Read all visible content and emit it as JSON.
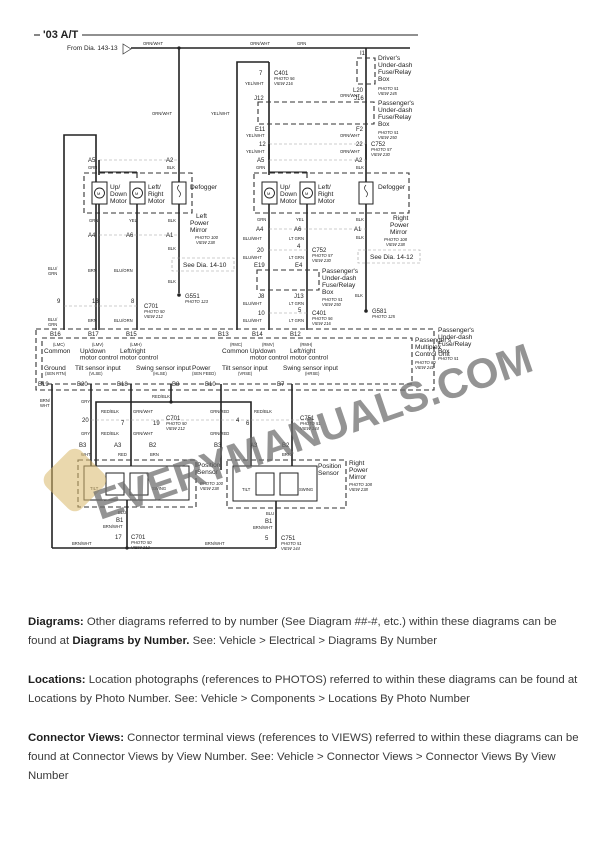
{
  "diagram": {
    "title": "'03 A/T",
    "from_ref": "From Dia. 143-13",
    "wire_colors": {
      "top_left": "ORN/WHT",
      "top_mid": "ORN/WHT",
      "top_right": "GRN",
      "drop_left": "ORN/WHT",
      "drop_mid": "YEL/WHT"
    },
    "connectors": {
      "c401_top": {
        "pin": "7",
        "name": "C401",
        "photo": "PHOTO 56",
        "view": "VIEW 216",
        "wire": "YEL/WHT"
      },
      "drivers_box": {
        "pin_in": "I1",
        "pin_out": "L20",
        "name": "Driver's Under-dash Fuse/Relay Box",
        "photo": "PHOTO 51",
        "view": "VIEW 245",
        "wire": "ORN/WHT"
      },
      "pass_box_top": {
        "pin_left_in": "J12",
        "pin_right_in": "J16",
        "pin_left_out": "E11",
        "pin_right_out": "F2",
        "name": "Passenger's Under-dash Fuse/Relay Box",
        "photo": "PHOTO 51",
        "view": "VIEW 250",
        "wire_left": "YEL/WHT",
        "wire_right": "ORN/WHT"
      },
      "c752_top": {
        "pin_left": "12",
        "pin_right": "22",
        "name": "C752",
        "photo": "PHOTO 57",
        "view": "VIEW 230",
        "wire_left": "YEL/WHT",
        "wire_right": "ORN/WHT"
      },
      "c752_mid": {
        "pin_left": "20",
        "pin_right": "4",
        "name": "C752",
        "photo": "PHOTO 57",
        "view": "VIEW 230",
        "wire_left": "BLU/WHT",
        "wire_right": "LT GRN"
      },
      "pass_box_mid": {
        "pin_left_in": "E19",
        "pin_right_in": "E4",
        "pin_left_out": "J8",
        "pin_right_out": "J13",
        "name": "Passenger's Under-dash Fuse/Relay Box",
        "photo": "PHOTO 51",
        "view": "VIEW 250",
        "wire_left": "BLU/WHT",
        "wire_right": "LT GRN"
      },
      "c401_mid": {
        "pin_left": "10",
        "pin_right": "5",
        "name": "C401",
        "photo": "PHOTO 56",
        "view": "VIEW 216",
        "wire_left": "BLU/WHT",
        "wire_right": "LT GRN"
      },
      "c701_top": {
        "pins": [
          "9",
          "18",
          "8"
        ],
        "name": "C701",
        "photo": "PHOTO 50",
        "view": "VIEW 212"
      },
      "c701_mid": {
        "pins": [
          "20",
          "7",
          "19"
        ],
        "name": "C701",
        "photo": "PHOTO 50",
        "view": "VIEW 212"
      },
      "c751_mid": {
        "pins": [
          "4",
          "6"
        ],
        "name": "C751",
        "photo": "PHOTO 51",
        "view": "VIEW 144"
      },
      "c701_bot": {
        "pin": "17",
        "name": "C701",
        "photo": "PHOTO 50",
        "view": "VIEW 212"
      },
      "c751_bot": {
        "pin": "5",
        "name": "C751",
        "photo": "PHOTO 51",
        "view": "VIEW 144"
      }
    },
    "left_mirror": {
      "name": "Left Power Mirror",
      "photo": "PHOTO 100",
      "view": "VIEW 238",
      "pins_top": [
        "A5",
        "A2"
      ],
      "wires_top": [
        "GRN",
        "BLK"
      ],
      "pins_bottom": [
        "A4",
        "A6",
        "A1"
      ],
      "wires_bottom": [
        "GRN",
        "YEL",
        "BLK"
      ],
      "motor1": "Up/ Down Motor",
      "motor2": "Left/ Right Motor",
      "defogger": "Defogger",
      "see_ref": "See Dia. 14-10",
      "ground": "G551",
      "ground_photo": "PHOTO 123",
      "wire_blk": "BLK"
    },
    "right_mirror": {
      "name": "Right Power Mirror",
      "photo": "PHOTO 108",
      "view": "VIEW 238",
      "pins_top": [
        "A5",
        "A2"
      ],
      "wires_top": [
        "GRN",
        "BLK"
      ],
      "pins_bottom": [
        "A4",
        "A6",
        "A1"
      ],
      "wires_bottom": [
        "GRN",
        "YEL",
        "BLK"
      ],
      "motor1": "Up/ Down Motor",
      "motor2": "Left/ Right Motor",
      "defogger": "Defogger",
      "see_ref": "See Dia. 14-12",
      "ground": "G581",
      "ground_photo": "PHOTO 125",
      "wire_blk": "BLK"
    },
    "left_wires_mid": {
      "w1": "BLU/ GRN",
      "w2": "BRN",
      "w3": "BLU/ORN"
    },
    "control_unit": {
      "name": "Passenger's Multiplex Control Unit",
      "photo": "PHOTO 80",
      "view": "VIEW 241",
      "outer_box": "Passenger's Under-dash Fuse/Relay Box",
      "outer_photo": "PHOTO 51",
      "top_pins": [
        "B16",
        "B17",
        "B15",
        "B13",
        "B14",
        "B12"
      ],
      "top_wires": [
        "GRN",
        "BRN",
        "BLU/ORN"
      ],
      "top_labels": [
        {
          "code": "(LMC)",
          "text": "Common"
        },
        {
          "code": "(LMV)",
          "text": "Up/down motor control"
        },
        {
          "code": "(LMH)",
          "text": "Left/right motor control"
        },
        {
          "code": "(RMC)",
          "text": "Common"
        },
        {
          "code": "(RMV)",
          "text": "Up/down motor control"
        },
        {
          "code": "(RMH)",
          "text": "Left/right motor control"
        }
      ],
      "bottom_labels": [
        {
          "text": "Ground",
          "code": "(SEN RTN)"
        },
        {
          "text": "Tilt sensor input",
          "code": "(VLSE)"
        },
        {
          "text": "Swing sensor input",
          "code": "(HLSE)"
        },
        {
          "text": "Power",
          "code": "(SEN FEED)"
        },
        {
          "text": "Tilt sensor input",
          "code": "(VRSE)"
        },
        {
          "text": "Swing sensor input",
          "code": "(HRSE)"
        }
      ],
      "bottom_pins": [
        "B19",
        "B20",
        "B18",
        "B8",
        "B10",
        "B7"
      ]
    },
    "lower_wires": {
      "brn_wht": "BRN/ WHT",
      "gry": "GRY",
      "red_blk": "RED/BLK",
      "grn_wht": "GRN/WHT",
      "grn_red": "GRN/RED",
      "red_blk_r": "RED/BLK",
      "bottom_left": "BRN/WHT",
      "bottom_mid": "BRN/WHT"
    },
    "left_sensor": {
      "pins": [
        "B3",
        "A3",
        "B2"
      ],
      "wires_in": [
        "WHT",
        "RED",
        "BRN"
      ],
      "name": "Position Sensor",
      "mirror": "Left Power Mirror",
      "photo": "PHOTO 100",
      "view": "VIEW 238",
      "tilt": "TILT",
      "swing": "SWING",
      "pin_bot": "B1",
      "wire_bot_in": "BLU",
      "wire_bot_out": "BRN/WHT"
    },
    "right_sensor": {
      "pins": [
        "B3",
        "A3",
        "B2"
      ],
      "wires_in": [
        "WHT",
        "RED",
        "BRN"
      ],
      "name": "Position Sensor",
      "mirror": "Right Power Mirror",
      "photo": "PHOTO 108",
      "view": "VIEW 238",
      "tilt": "TILT",
      "swing": "SWING",
      "pin_bot": "B1",
      "wire_bot_in": "BLU",
      "wire_bot_out": "BRN/WHT"
    },
    "watermark": "EVERYMANUALS.COM"
  },
  "notes": [
    {
      "label": "Diagrams:",
      "text": " Other diagrams referred to by number (See Diagram ##-#, etc.) within these diagrams can be found at ",
      "bold2": "Diagrams by Number.",
      "text2": " See: Vehicle > Electrical > Diagrams By Number"
    },
    {
      "label": "Locations:",
      "text": " Location photographs (references to PHOTOS) referred to within these diagrams can be found at Locations by Photo Number. See: Vehicle > Components > Locations By Photo Number",
      "bold2": "",
      "text2": ""
    },
    {
      "label": "Connector Views:",
      "text": " Connector terminal views (references to VIEWS) referred to within these diagrams can be found at Connector Views by View Number. See: Vehicle > Connector Views > Connector Views By View Number",
      "bold2": "",
      "text2": ""
    }
  ]
}
